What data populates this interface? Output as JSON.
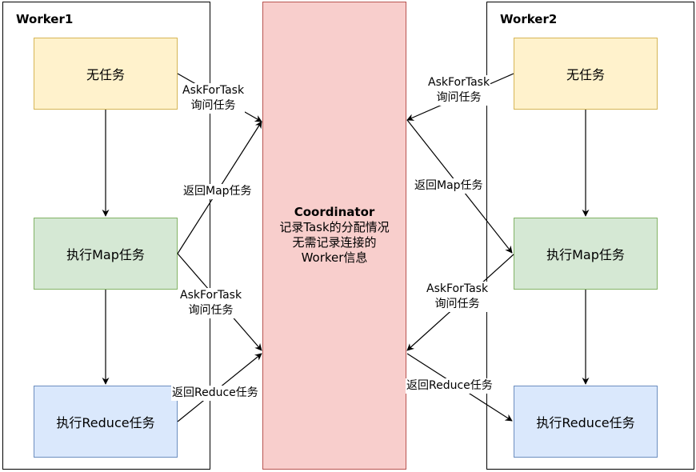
{
  "worker1": {
    "title": "Worker1",
    "idle_label": "无任务",
    "map_label": "执行Map任务",
    "reduce_label": "执行Reduce任务"
  },
  "worker2": {
    "title": "Worker2",
    "idle_label": "无任务",
    "map_label": "执行Map任务",
    "reduce_label": "执行Reduce任务"
  },
  "coordinator": {
    "title": "Coordinator",
    "line1": "记录Task的分配情况",
    "line2": "无需记录连接的",
    "line3": "Worker信息"
  },
  "edges": {
    "w1_ask1": {
      "en": "AskForTask",
      "zh": "询问任务"
    },
    "w1_ret_map": "返回Map任务",
    "w1_ask2": {
      "en": "AskForTask",
      "zh": "询问任务"
    },
    "w1_ret_reduce": "返回Reduce任务",
    "w2_ask1": {
      "en": "AskForTask",
      "zh": "询问任务"
    },
    "w2_ret_map": "返回Map任务",
    "w2_ask2": {
      "en": "AskForTask",
      "zh": "询问任务"
    },
    "w2_ret_reduce": "返回Reduce任务"
  },
  "colors": {
    "idle_fill": "#fff2cc",
    "map_fill": "#d5e8d4",
    "reduce_fill": "#dae8fc",
    "coordinator_fill": "#f8cecc"
  }
}
